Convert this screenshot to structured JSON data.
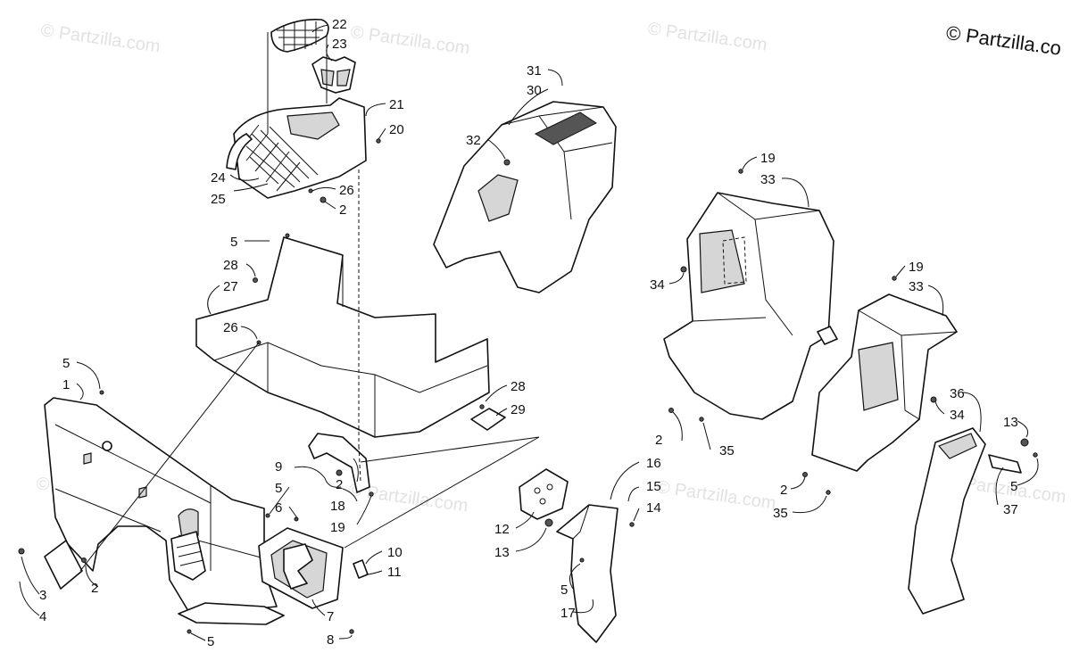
{
  "copyright": "© Partzilla.co",
  "watermark": "© Partzilla.com",
  "callouts": [
    "22",
    "23",
    "21",
    "20",
    "24",
    "25",
    "26",
    "2",
    "31",
    "30",
    "32",
    "5",
    "28",
    "27",
    "26",
    "5",
    "1",
    "28",
    "29",
    "2",
    "18",
    "19",
    "9",
    "5",
    "6",
    "10",
    "11",
    "12",
    "13",
    "16",
    "15",
    "14",
    "5",
    "17",
    "3",
    "2",
    "4",
    "7",
    "8",
    "5",
    "19",
    "33",
    "34",
    "19",
    "33",
    "36",
    "34",
    "13",
    "5",
    "37",
    "2",
    "35",
    "2",
    "35"
  ],
  "colors": {
    "line": "#111111",
    "shade": "#d6d6d6",
    "watermark": "#e2e2e2"
  }
}
